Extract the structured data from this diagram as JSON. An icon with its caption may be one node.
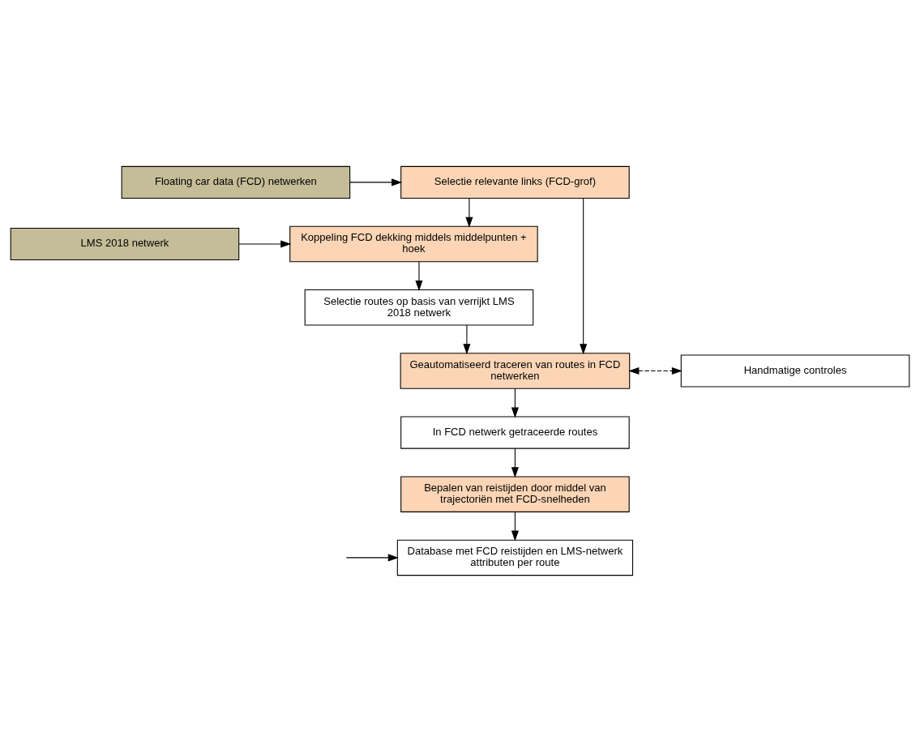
{
  "diagram": {
    "nodes": [
      {
        "text": [
          "Floating car data (FCD) netwerken"
        ]
      },
      {
        "text": [
          "Selectie relevante links (FCD-grof)"
        ]
      },
      {
        "text": [
          "LMS 2018 netwerk"
        ]
      },
      {
        "text": [
          "Koppeling FCD dekking middels middelpunten + hoek"
        ]
      },
      {
        "text": [
          "Selectie routes op basis van verrijkt LMS 2018 netwerk"
        ]
      },
      {
        "text": [
          "Handmatige controles"
        ]
      },
      {
        "text": [
          "Geautomatiseerd traceren van routes in FCD netwerken"
        ]
      },
      {
        "text": [
          "In FCD netwerk getraceerde routes"
        ]
      },
      {
        "text": [
          "Bepalen van reistijden door middel van trajectoriën met FCD-snelheden"
        ]
      },
      {
        "text": [
          "Database met FCD reistijden en LMS-netwerk attributen per route"
        ]
      }
    ],
    "edges": [
      {
        "from": 0,
        "to": 1,
        "arrow": "to"
      },
      {
        "from": 1,
        "to": 3,
        "arrow": "to"
      },
      {
        "from": 2,
        "to": 3,
        "arrow": "to"
      },
      {
        "from": 3,
        "to": 4,
        "arrow": "to"
      },
      {
        "from": 4,
        "to": 6,
        "arrow": "to"
      },
      {
        "from": 1,
        "to": 6,
        "arrow": "to"
      },
      {
        "from": 6,
        "to": 5,
        "arrow": "both",
        "style": "dashed"
      },
      {
        "from": 6,
        "to": 7,
        "arrow": "to"
      },
      {
        "from": 7,
        "to": 8,
        "arrow": "to"
      },
      {
        "from": 8,
        "to": 9,
        "arrow": "to"
      },
      {
        "from": null,
        "to": 9,
        "arrow": "to"
      }
    ]
  }
}
